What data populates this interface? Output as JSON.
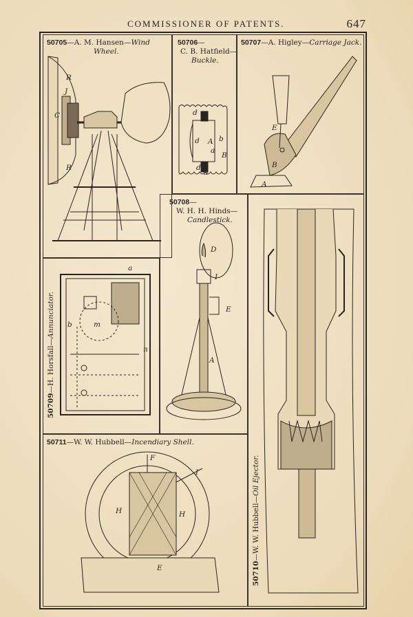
{
  "header": {
    "running_title": "COMMISSIONER OF PATENTS.",
    "page_number": "647"
  },
  "patents": [
    {
      "number": "50705",
      "sep": "—",
      "inventor": "A. M. Hansen—",
      "invention": "Wind",
      "invention2": "Wheel."
    },
    {
      "number": "50706",
      "sep": "—",
      "inventor": "C. B. Hatfield—",
      "invention": "Buckle."
    },
    {
      "number": "50707",
      "sep": "—",
      "inventor": "A. Higley—",
      "invention": "Carriage Jack."
    },
    {
      "number": "50708",
      "sep": "—",
      "inventor": "W. H. H. Hinds—",
      "invention": "Candlestick."
    },
    {
      "number": "50709",
      "sep": "—",
      "inventor": "H. Horsfall—",
      "invention": "Annunciator."
    },
    {
      "number": "50710",
      "sep": "—",
      "inventor": "W. W. Hubbell—",
      "invention": "Oil Ejector."
    },
    {
      "number": "50711",
      "sep": "—",
      "inventor": "W. W. Hubbell—",
      "invention": "Incendiary Shell."
    }
  ],
  "figure_letters": {
    "wind_wheel": [
      "R",
      "J",
      "C",
      "R"
    ],
    "buckle": [
      "d",
      "d",
      "d",
      "A",
      "a",
      "b",
      "B",
      "d"
    ],
    "carriage_jack": [
      "E",
      "B",
      "A"
    ],
    "candlestick": [
      "D",
      "I",
      "E",
      "A"
    ],
    "annunciator": [
      "a",
      "b",
      "m",
      "n"
    ],
    "incendiary_shell": [
      "F",
      "I",
      "H",
      "H",
      "E"
    ]
  }
}
